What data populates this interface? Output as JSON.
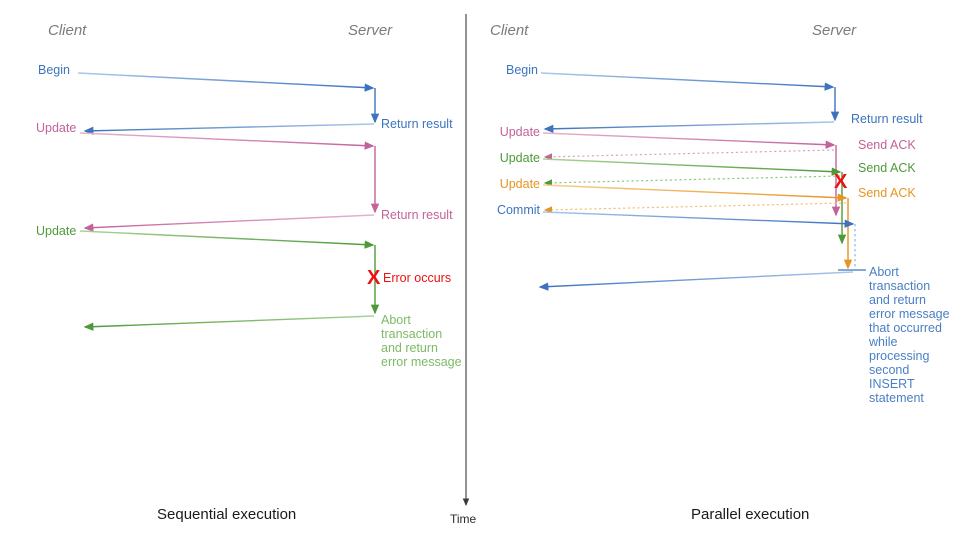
{
  "colors": {
    "blue": "#3d74bf",
    "blue_light": "#8fb4e0",
    "pink": "#c4629a",
    "pink_light": "#dda3c4",
    "green": "#4e9a3a",
    "green_light": "#92c77e",
    "orange": "#e8941f",
    "orange_light": "#f3bf74",
    "red": "#ee1111",
    "header_gray": "#7b7b7b",
    "divider": "#3a3a3a",
    "caption": "#1a1a1a"
  },
  "divider": {
    "label": "Time"
  },
  "left_panel": {
    "caption": "Sequential execution",
    "actors": {
      "client": "Client",
      "server": "Server"
    },
    "client_labels": [
      {
        "text": "Begin",
        "color": "#3d74bf"
      },
      {
        "text": "Update",
        "color": "#c4629a"
      },
      {
        "text": "Update",
        "color": "#4e9a3a"
      }
    ],
    "server_labels": [
      {
        "text": "Return result",
        "color": "#3d74bf"
      },
      {
        "text": "Return result",
        "color": "#c4629a"
      },
      {
        "text": "Error occurs",
        "color": "#ee1111"
      }
    ],
    "error_marker": "X",
    "abort_note": "Abort\ntransaction\nand return\nerror message"
  },
  "right_panel": {
    "caption": "Parallel execution",
    "actors": {
      "client": "Client",
      "server": "Server"
    },
    "client_labels": [
      {
        "text": "Begin",
        "color": "#3d74bf"
      },
      {
        "text": "Update",
        "color": "#c4629a"
      },
      {
        "text": "Update",
        "color": "#4e9a3a"
      },
      {
        "text": "Update",
        "color": "#e8941f"
      },
      {
        "text": "Commit",
        "color": "#3d74bf"
      }
    ],
    "server_labels": [
      {
        "text": "Return result",
        "color": "#3d74bf"
      },
      {
        "text": "Send ACK",
        "color": "#c4629a"
      },
      {
        "text": "Send ACK",
        "color": "#4e9a3a"
      },
      {
        "text": "Send ACK",
        "color": "#e8941f"
      }
    ],
    "error_marker": "X",
    "abort_note": "Abort\ntransaction\nand return\nerror message\nthat occurred\nwhile\nprocessing\nsecond\nINSERT\nstatement"
  }
}
